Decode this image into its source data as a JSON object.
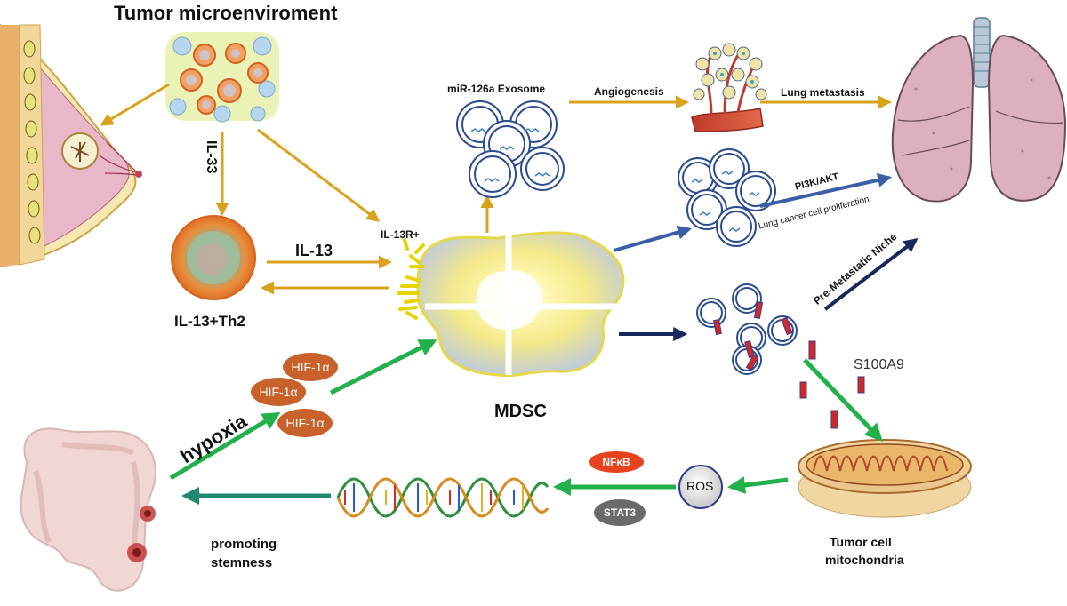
{
  "labels": {
    "tumor_microenvironment": "Tumor microenviroment",
    "il33": "IL-33",
    "il13": "IL-13",
    "il13r": "IL-13R+",
    "th2": "IL-13+Th2",
    "exosome": "miR-126a Exosome",
    "angiogenesis": "Angiogenesis",
    "lung_metastasis": "Lung metastasis",
    "pi3k": "PI3K/AKT",
    "lung_prolif": "Lung cancer cell proliferation",
    "pre_metastatic": "Pre-Metastatic Niche",
    "s100a9": "S100A9",
    "mdsc": "MDSC",
    "hif": "HIF-1α",
    "hypoxia": "hypoxia",
    "nfkb": "NFκB",
    "stat3": "STAT3",
    "ros": "ROS",
    "mito_line1": "Tumor cell",
    "mito_line2": "mitochondria",
    "stem_line1": "promoting",
    "stem_line2": "stemness"
  },
  "colors": {
    "gold_arrow": "#d9a21b",
    "blue_arrow": "#3a5ea8",
    "navy_arrow": "#17285c",
    "green_arrow": "#22b04b",
    "teal_arrow": "#1f8a6e",
    "nfkb_fill": "#e8431c",
    "stat3_fill": "#6a6a6a",
    "hif_fill": "#c8622a",
    "s100a9_fill": "#d3282a"
  }
}
